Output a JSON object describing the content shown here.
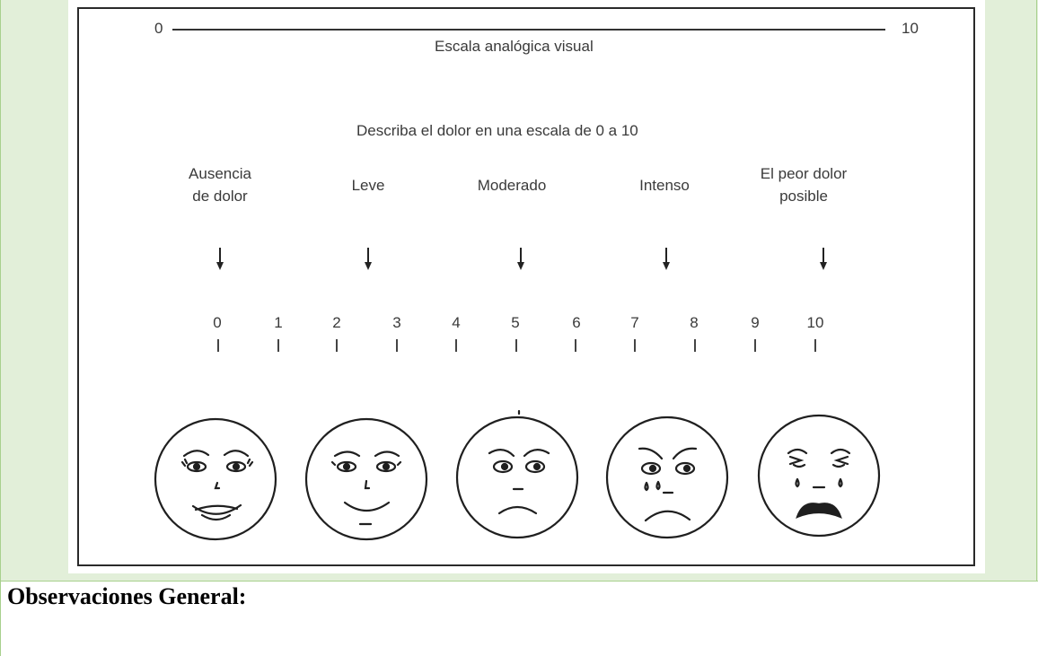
{
  "scale": {
    "start_label": "0",
    "end_label": "10",
    "title": "Escala analógica visual",
    "instruction": "Describa el dolor en una escala de 0 a 10"
  },
  "categories": [
    {
      "label": "Ausencia\nde dolor"
    },
    {
      "label": "Leve"
    },
    {
      "label": "Moderado"
    },
    {
      "label": "Intenso"
    },
    {
      "label": "El peor dolor\nposible"
    }
  ],
  "numbers": [
    "0",
    "1",
    "2",
    "3",
    "4",
    "5",
    "6",
    "7",
    "8",
    "9",
    "10"
  ],
  "faces": [
    "smiling-face-icon",
    "content-face-icon",
    "worried-face-icon",
    "sad-face-icon",
    "crying-face-icon"
  ],
  "footer": {
    "observations_label": "Observaciones General:"
  },
  "colors": {
    "cell_background": "#e2efd9",
    "border": "#a8d08d",
    "ink": "#2a2a2a"
  }
}
